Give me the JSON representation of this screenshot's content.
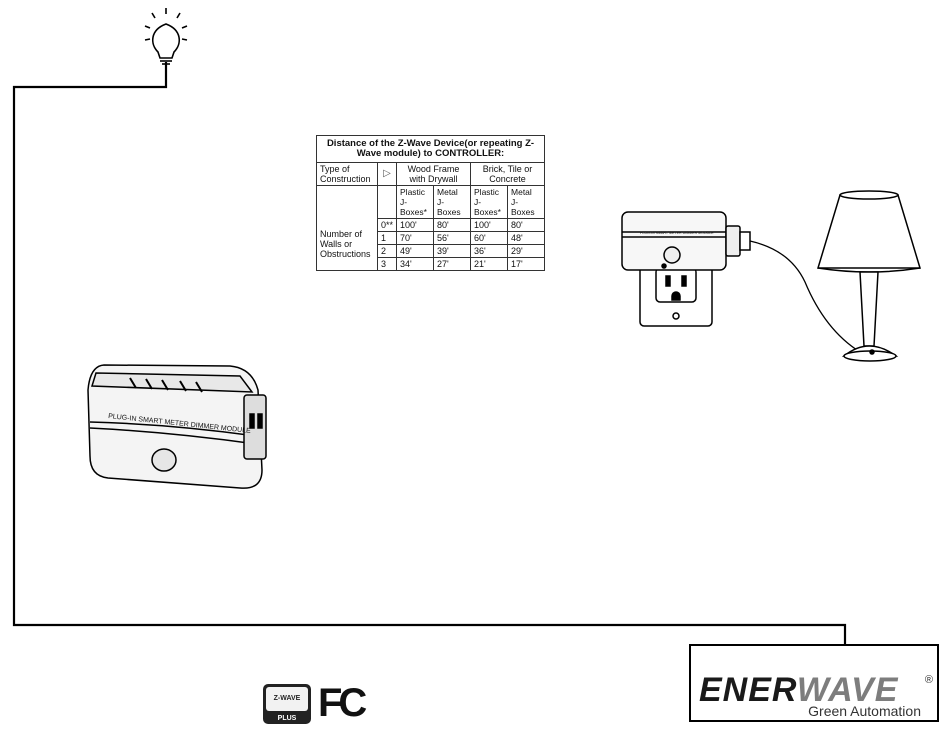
{
  "range_table": {
    "title_prefix": "Distance of the ",
    "title_device": "Z-Wave Device",
    "title_suffix": "(or repeating Z-Wave module) to CONTROLLER:",
    "construction_label": "Type of Construction",
    "arrow_glyph": "▷",
    "group_wood": "Wood Frame with Drywall",
    "group_brick": "Brick, Tile or Concrete",
    "col_plastic_wood": "Plastic J-Boxes*",
    "col_metal_wood": "Metal J-Boxes",
    "col_plastic_brick": "Plastic J-Boxes*",
    "col_metal_brick": "Metal J-Boxes",
    "row_label": "Number of Walls or Obstructions",
    "rows": [
      {
        "walls": "0**",
        "wood_plastic": "100'",
        "wood_metal": "80'",
        "brick_plastic": "100'",
        "brick_metal": "80'"
      },
      {
        "walls": "1",
        "wood_plastic": "70'",
        "wood_metal": "56'",
        "brick_plastic": "60'",
        "brick_metal": "48'"
      },
      {
        "walls": "2",
        "wood_plastic": "49'",
        "wood_metal": "39'",
        "brick_plastic": "36'",
        "brick_metal": "29'"
      },
      {
        "walls": "3",
        "wood_plastic": "34'",
        "wood_metal": "27'",
        "brick_plastic": "21'",
        "brick_metal": "17'"
      }
    ]
  },
  "module_label": "PLUG-IN SMART METER DIMMER MODULE",
  "module_label_small": "PLUG-IN SMART METER DIMMER MODULE",
  "logo": {
    "part1": "ENER",
    "part2": "WAVE",
    "registered": "®",
    "tagline": "Green Automation"
  },
  "badges": {
    "zwave_text": "Z-WAVE",
    "zwave_plus": "PLUS",
    "fcc": "FC"
  },
  "colors": {
    "line": "#000000",
    "logo_grey": "#7d7d7d",
    "module_body": "#f4f4f4"
  }
}
